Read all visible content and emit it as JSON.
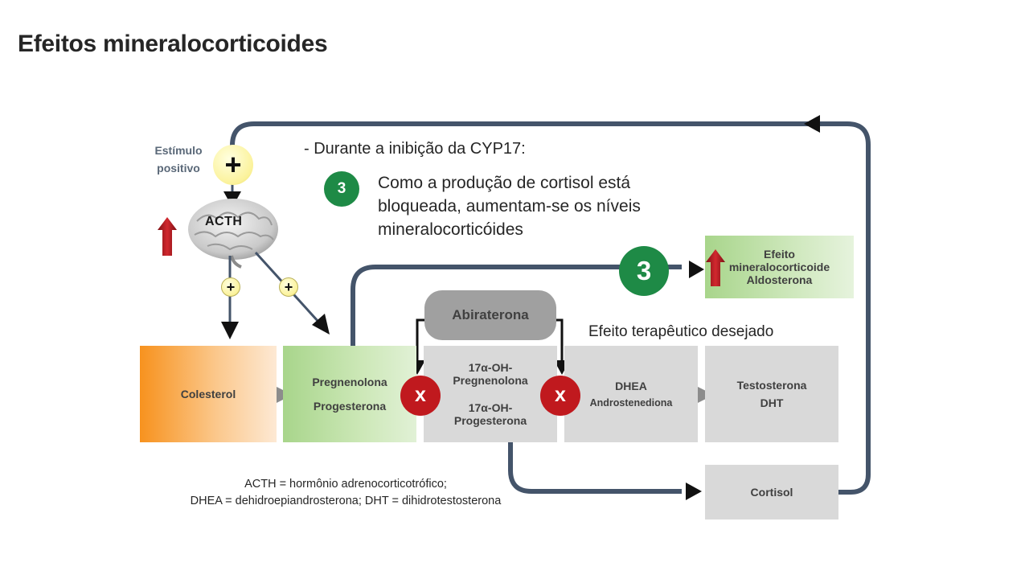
{
  "title": "Efeitos mineralocorticoides",
  "stimulus": {
    "line1": "Estímulo",
    "line2": "positivo",
    "plus": "+"
  },
  "brain": {
    "label": "ACTH",
    "plus_left": "+",
    "plus_right": "+"
  },
  "note": {
    "bullet": "- Durante a inibição da CYP17:",
    "step": "3",
    "line1": "Como a produção de cortisol está",
    "line2": "bloqueada, aumentam-se os níveis",
    "line3": "mineralocorticóides"
  },
  "pathway": {
    "colesterol": "Colesterol",
    "pregnenolona": "Pregnenolona",
    "progesterona": "Progesterona",
    "oh_pregnenolona_1": "17α-OH-",
    "oh_pregnenolona_2": "Pregnenolona",
    "oh_progesterona_1": "17α-OH-",
    "oh_progesterona_2": "Progesterona",
    "dhea": "DHEA",
    "androstenediona": "Androstenediona",
    "testosterona": "Testosterona",
    "dht": "DHT",
    "cortisol": "Cortisol"
  },
  "inhibitor": {
    "label": "Abiraterona",
    "mark": "x"
  },
  "mineral_effect": {
    "step": "3",
    "line1": "Efeito",
    "line2": "mineralocorticoide",
    "line3": "Aldosterona"
  },
  "therapeutic": "Efeito terapêutico desejado",
  "footnote": {
    "line1": "ACTH = hormônio adrenocorticotrófico;",
    "line2": "DHEA = dehidroepiandrosterona; DHT = dihidrotestosterona"
  },
  "colors": {
    "loop": "#44546a",
    "green": "#1e8a46",
    "red_x": "#c0191e",
    "up_arrow": "#b81c22",
    "down_arrow": "#1f78c8"
  }
}
